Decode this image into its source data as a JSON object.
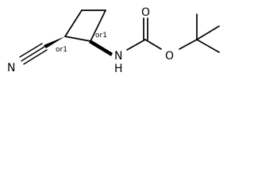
{
  "molecule": {
    "atoms": {
      "nitrile_n": "N",
      "amide_n": "N",
      "amide_h": "H",
      "carbonyl_o": "O",
      "ester_o": "O"
    },
    "stereo_labels": {
      "nitrile_carbon": "or1",
      "amine_carbon": "or1"
    }
  }
}
